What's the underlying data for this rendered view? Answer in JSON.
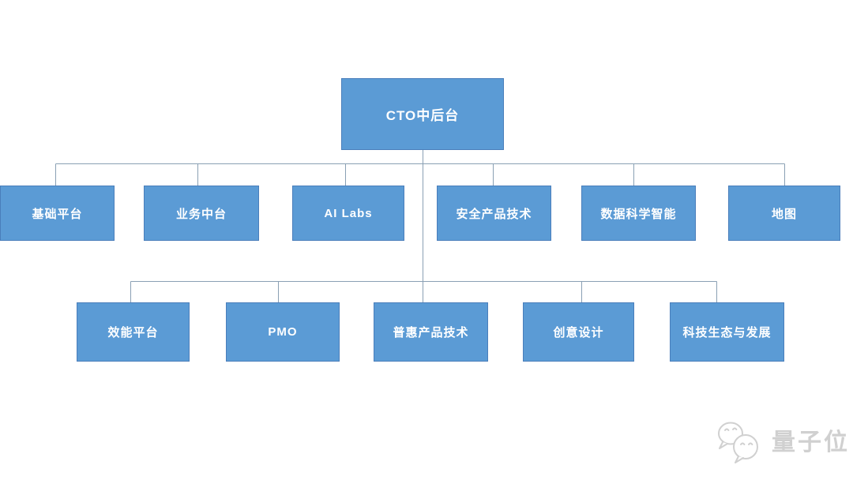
{
  "diagram": {
    "type": "org-chart",
    "root": {
      "label": "CTO中后台"
    },
    "level1": [
      {
        "label": "基础平台"
      },
      {
        "label": "业务中台"
      },
      {
        "label": "AI Labs"
      },
      {
        "label": "安全产品技术"
      },
      {
        "label": "数据科学智能"
      },
      {
        "label": "地图"
      }
    ],
    "level2": [
      {
        "label": "效能平台"
      },
      {
        "label": "PMO"
      },
      {
        "label": "普惠产品技术"
      },
      {
        "label": "创意设计"
      },
      {
        "label": "科技生态与发展"
      }
    ]
  },
  "watermark": {
    "label": "量子位",
    "icon": "wechat-chat-bubbles-icon"
  },
  "colors": {
    "background": "#ffffff",
    "node_fill": "#5b9bd5",
    "node_border": "#4a7ebb",
    "node_text": "#ffffff",
    "connector": "#8aa0b4",
    "watermark_text": "#cccccc"
  }
}
